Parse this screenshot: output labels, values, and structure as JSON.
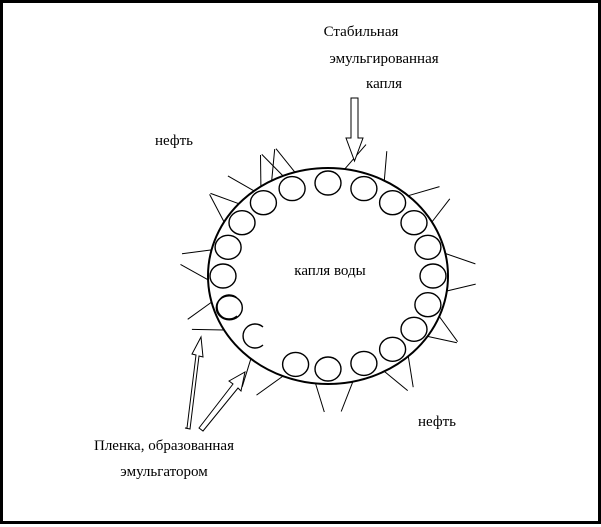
{
  "labels": {
    "stable_drop": [
      "Стабильная",
      "эмульгированная",
      "капля"
    ],
    "oil_top": "нефть",
    "water_drop": "капля воды",
    "oil_bottom": "нефть",
    "film": [
      "Пленка, образованная",
      "эмульгатором"
    ]
  },
  "colors": {
    "line": "#000000",
    "background": "#ffffff"
  }
}
